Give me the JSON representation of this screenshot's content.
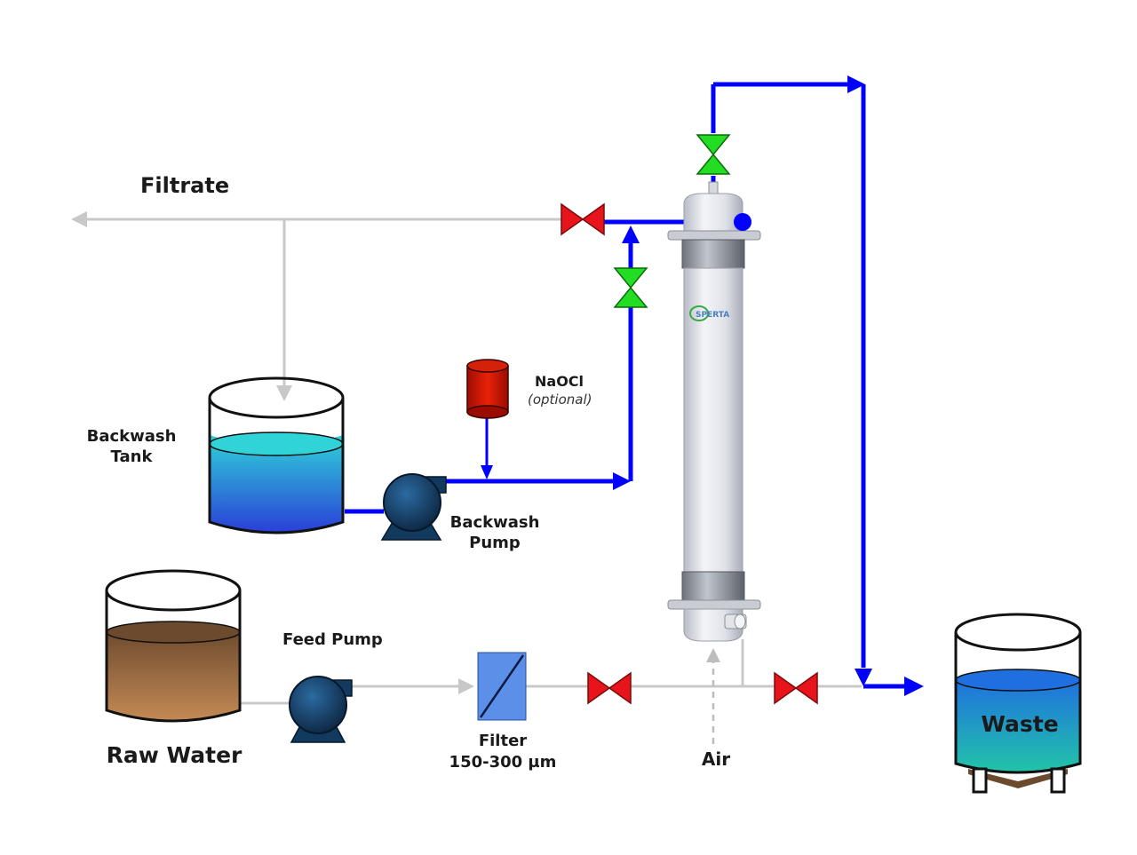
{
  "labels": {
    "filtrate": "Filtrate",
    "backwash_tank_line1": "Backwash",
    "backwash_tank_line2": "Tank",
    "naocl": "NaOCl",
    "naocl_optional": "(optional)",
    "backwash_pump_line1": "Backwash",
    "backwash_pump_line2": "Pump",
    "feed_pump": "Feed Pump",
    "raw_water": "Raw Water",
    "filter_line1": "Filter",
    "filter_line2": "150-300 µm",
    "air": "Air",
    "waste": "Waste",
    "module_brand": "SPERTA"
  },
  "colors": {
    "backwash_line": "#0000ff",
    "process_line": "#c8c8c8",
    "valve_closed": "#e8141c",
    "valve_open": "#22dd22",
    "pump": "#123a5e",
    "naocl_tank": "#cc1100",
    "filter": "#5b8fe8",
    "raw_water": "#8a5a32",
    "waste_water": "#1fb8b0"
  }
}
